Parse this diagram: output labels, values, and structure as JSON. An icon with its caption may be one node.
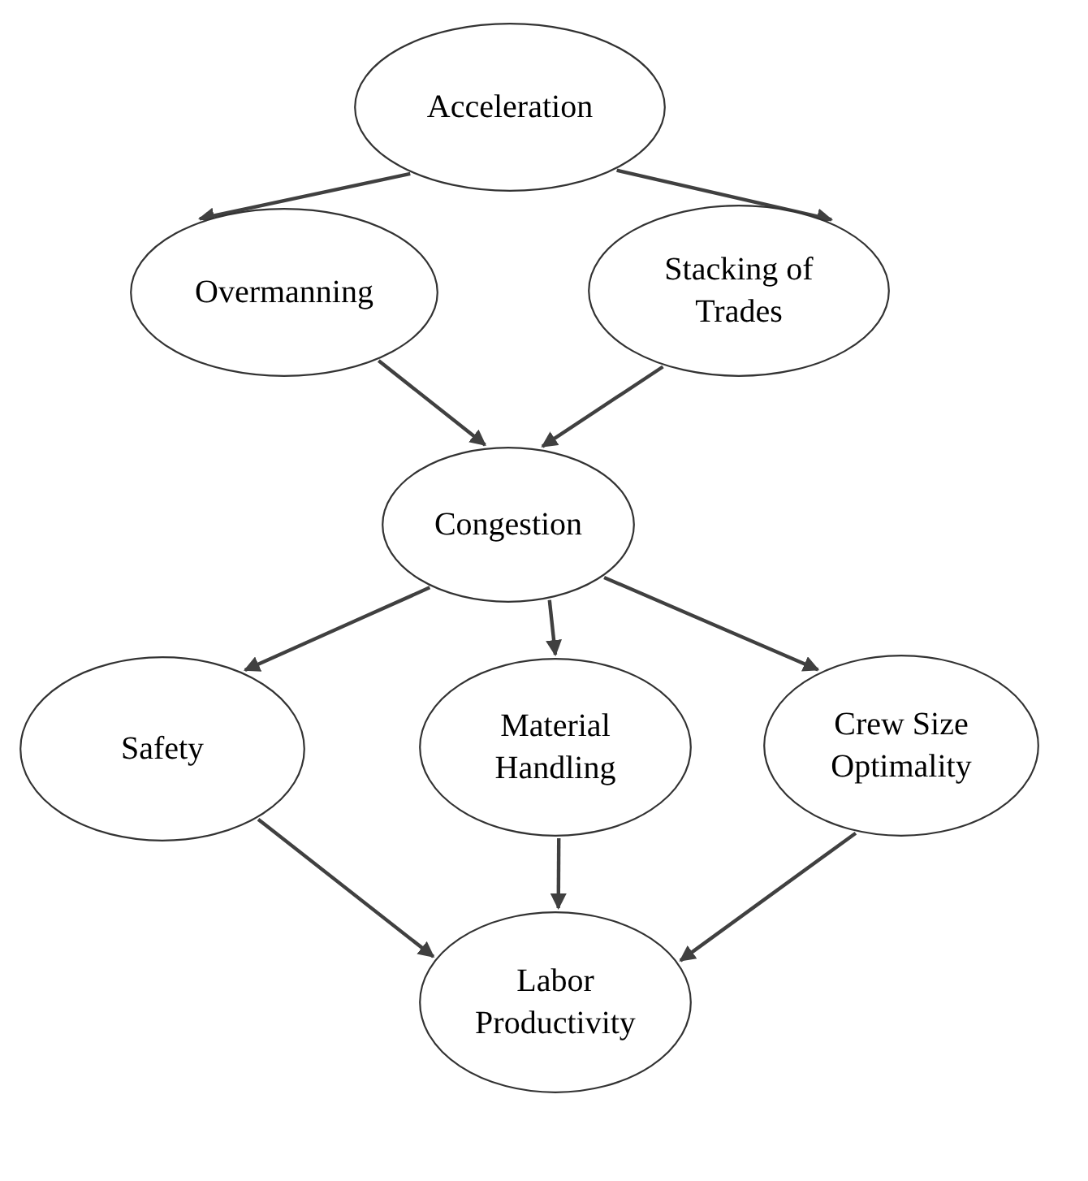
{
  "diagram": {
    "nodes": [
      {
        "text": [
          "Acceleration"
        ]
      },
      {
        "text": [
          "Overmanning"
        ]
      },
      {
        "text": [
          "Stacking of Trades"
        ]
      },
      {
        "text": [
          "Congestion"
        ]
      },
      {
        "text": [
          "Safety"
        ]
      },
      {
        "text": [
          "Material Handling"
        ]
      },
      {
        "text": [
          "Crew Size Optimality"
        ]
      },
      {
        "text": [
          "Labor Productivity"
        ]
      }
    ],
    "edges": [
      {
        "from": 0,
        "to": 1,
        "arrow": "to"
      },
      {
        "from": 0,
        "to": 2,
        "arrow": "to"
      },
      {
        "from": 1,
        "to": 3,
        "arrow": "to"
      },
      {
        "from": 2,
        "to": 3,
        "arrow": "to"
      },
      {
        "from": 3,
        "to": 4,
        "arrow": "to"
      },
      {
        "from": 3,
        "to": 5,
        "arrow": "to"
      },
      {
        "from": 3,
        "to": 6,
        "arrow": "to"
      },
      {
        "from": 4,
        "to": 7,
        "arrow": "to"
      },
      {
        "from": 5,
        "to": 7,
        "arrow": "to"
      },
      {
        "from": 6,
        "to": 7,
        "arrow": "to"
      }
    ]
  }
}
